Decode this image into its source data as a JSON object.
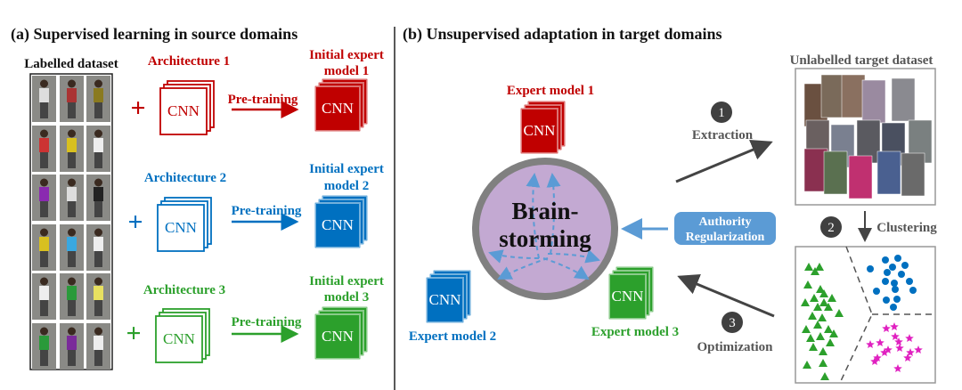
{
  "colors": {
    "red": "#c00000",
    "blue": "#0070c0",
    "green": "#2ca02c",
    "circle_fill": "#c3a9d2",
    "circle_stroke": "#808080",
    "authority": "#5b9bd5",
    "magenta": "#e020c0",
    "step": "#404040"
  },
  "panel_a": {
    "title": "(a) Supervised learning in source domains",
    "dataset_label": "Labelled dataset",
    "branches": [
      {
        "architecture": "Architecture 1",
        "cnn": "CNN",
        "arrow": "Pre-training",
        "model_line1": "Initial expert",
        "model_line2": "model 1",
        "color": "red"
      },
      {
        "architecture": "Architecture 2",
        "cnn": "CNN",
        "arrow": "Pre-training",
        "model_line1": "Initial expert",
        "model_line2": "model 2",
        "color": "blue"
      },
      {
        "architecture": "Architecture 3",
        "cnn": "CNN",
        "arrow": "Pre-training",
        "model_line1": "Initial expert",
        "model_line2": "model 3",
        "color": "green"
      }
    ],
    "plus": "+"
  },
  "panel_b": {
    "title": "(b) Unsupervised adaptation in target domains",
    "experts": [
      {
        "label": "Expert model 1",
        "cnn": "CNN",
        "color": "red"
      },
      {
        "label": "Expert model 2",
        "cnn": "CNN",
        "color": "blue"
      },
      {
        "label": "Expert model 3",
        "cnn": "CNN",
        "color": "green"
      }
    ],
    "brainstorm_line1": "Brain-",
    "brainstorm_line2": "storming",
    "authority_line1": "Authority",
    "authority_line2": "Regularization",
    "target_label": "Unlabelled target dataset",
    "steps": [
      {
        "number": "1",
        "label": "Extraction"
      },
      {
        "number": "2",
        "label": "Clustering"
      },
      {
        "number": "3",
        "label": "Optimization"
      }
    ]
  }
}
